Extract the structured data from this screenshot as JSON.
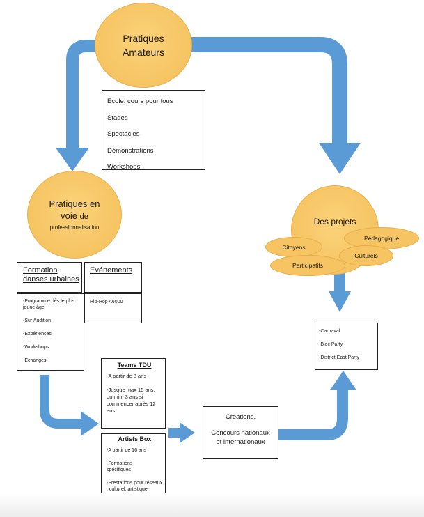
{
  "colors": {
    "arrow": "#5b9bd5",
    "circle_fill": "#f6c462",
    "box_border": "#222222"
  },
  "amateurs": {
    "line1": "Pratiques",
    "line2": "Amateurs"
  },
  "amateurs_list": [
    "Ecole, cours pour tous",
    "Stages",
    "Spectacles",
    "Démonstrations",
    "Workshops"
  ],
  "pro": {
    "line1": "Pratiques en",
    "line2a": "voie",
    "line2b": "de",
    "line3": "professionnalisation"
  },
  "projets": {
    "title": "Des projets",
    "pills": {
      "citoyens": "Citoyens",
      "pedagogique": "Pédagogique",
      "culturels": "Culturels",
      "participatifs": "Participatifs"
    }
  },
  "formation": {
    "header_line1": "Formation",
    "header_line2": "danses urbaines",
    "items": [
      "-Programme dès le plus jeune âge",
      "-Sur Audition",
      "-Expériences",
      "-Workshops",
      "-Echanges"
    ]
  },
  "evenements": {
    "header": "Evénements",
    "item": "Hip-Hop A6000"
  },
  "projets_list": [
    "-Carnaval",
    "-Bloc Party",
    "-District East Party"
  ],
  "teams": {
    "title": "Teams TDU",
    "items": [
      "-A partir de 8 ans",
      "-Jusque max 15 ans, ou min. 3 ans si commencer après 12 ans"
    ]
  },
  "artists": {
    "title": "Artists Box",
    "items": [
      "-A partir de 16 ans",
      "-Formations spécifiques",
      "-Prestations pour réseaux : culturel, artistique, commercial"
    ]
  },
  "creations": {
    "line1": "Créations,",
    "line2": "Concours nationaux et internationaux"
  }
}
